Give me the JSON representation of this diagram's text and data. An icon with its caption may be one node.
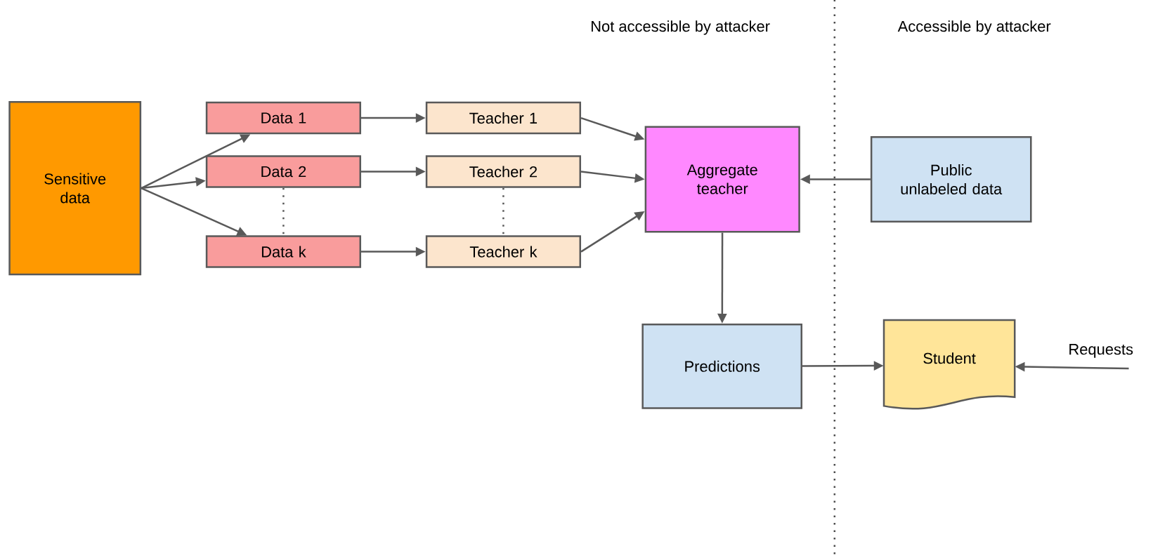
{
  "diagram": {
    "nodes": [
      {
        "text": [
          "Sensitive data"
        ]
      },
      {
        "text": [
          "Data 1"
        ]
      },
      {
        "text": [
          "Data 2"
        ]
      },
      {
        "text": [
          "Data k"
        ]
      },
      {
        "text": [
          "Teacher 1"
        ]
      },
      {
        "text": [
          "Teacher 2"
        ]
      },
      {
        "text": [
          "Teacher k"
        ]
      },
      {
        "text": [
          "Aggregate teacher"
        ]
      },
      {
        "text": [
          "Public unlabeled data"
        ]
      },
      {
        "text": [
          "Predictions"
        ]
      },
      {
        "text": [
          "Student"
        ]
      }
    ],
    "edges": [
      {
        "from": 0,
        "to": 1,
        "arrow": "to"
      },
      {
        "from": 0,
        "to": 2,
        "arrow": "to"
      },
      {
        "from": 0,
        "to": 3,
        "arrow": "to"
      },
      {
        "from": 1,
        "to": 4,
        "arrow": "to"
      },
      {
        "from": 2,
        "to": 5,
        "arrow": "to"
      },
      {
        "from": 3,
        "to": 6,
        "arrow": "to"
      },
      {
        "from": 4,
        "to": 7,
        "arrow": "to"
      },
      {
        "from": 5,
        "to": 7,
        "arrow": "to"
      },
      {
        "from": 6,
        "to": 7,
        "arrow": "to"
      },
      {
        "from": 8,
        "to": 7,
        "arrow": "to"
      },
      {
        "from": 7,
        "to": 9,
        "arrow": "to"
      },
      {
        "from": 9,
        "to": 10,
        "arrow": "to"
      },
      {
        "from": null,
        "to": 10,
        "arrow": "to",
        "label": "Requests"
      },
      {
        "from": 2,
        "to": 3,
        "arrow": "none",
        "style": "dashed"
      },
      {
        "from": 5,
        "to": 6,
        "arrow": "none",
        "style": "dashed"
      }
    ],
    "labels": [
      "Not accessible by attacker",
      "Accessible by attacker"
    ]
  }
}
